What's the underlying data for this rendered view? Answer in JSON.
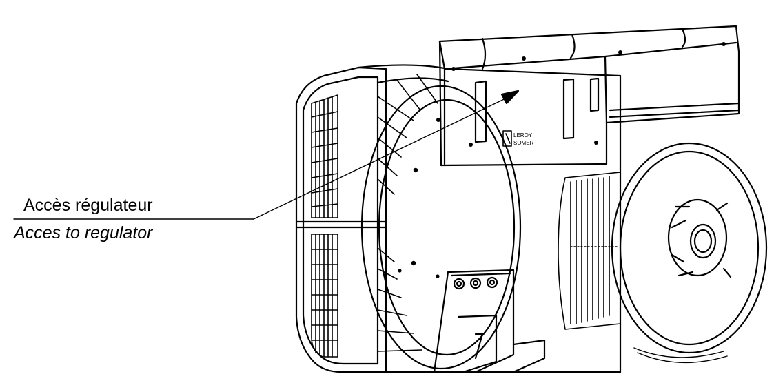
{
  "callout": {
    "label_fr": "Accès régulateur",
    "label_en": "Acces to regulator"
  },
  "brand": {
    "logo_text_line1": "LEROY",
    "logo_text_line2": "SOMER"
  },
  "colors": {
    "line": "#000000",
    "background": "#ffffff"
  }
}
